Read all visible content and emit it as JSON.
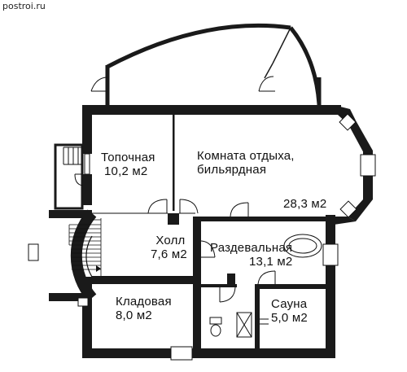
{
  "watermark": "postroi.ru",
  "rooms": [
    {
      "id": "boiler",
      "name": "Топочная",
      "area": "10,2 м2"
    },
    {
      "id": "lounge",
      "name_line1": "Комната отдыха,",
      "name_line2": "бильярдная",
      "area": "28,3 м2"
    },
    {
      "id": "hall",
      "name": "Холл",
      "area": "7,6 м2"
    },
    {
      "id": "dressing",
      "name": "Раздевальная",
      "area": "13,1 м2"
    },
    {
      "id": "storage",
      "name": "Кладовая",
      "area": "8,0 м2"
    },
    {
      "id": "sauna",
      "name": "Сауна",
      "area": "5,0 м2"
    }
  ],
  "colors": {
    "wall": "#1a1a1a",
    "line": "#111111",
    "background": "#ffffff"
  }
}
